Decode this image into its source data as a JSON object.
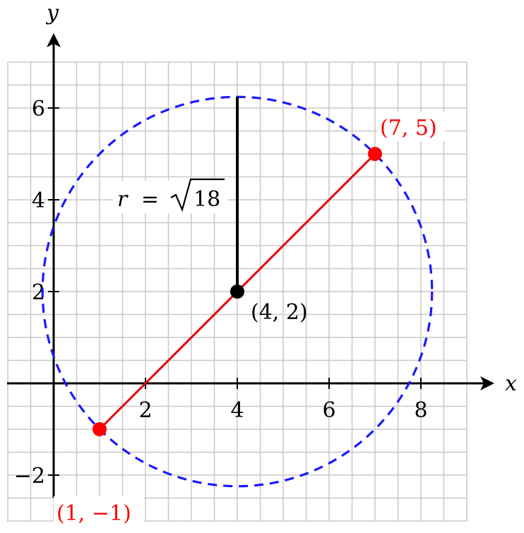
{
  "axes": {
    "x_label": "x",
    "y_label": "y",
    "x_ticks": [
      "2",
      "4",
      "6",
      "8"
    ],
    "y_ticks": [
      "6",
      "4",
      "2",
      "−2"
    ],
    "x_range": [
      -1,
      9
    ],
    "y_range": [
      -3,
      7
    ],
    "grid": true
  },
  "circle": {
    "center": [
      4,
      2
    ],
    "radius_value": 4.2426,
    "style": "dashed",
    "color": "#1a1aff"
  },
  "diameter": {
    "from": [
      1,
      -1
    ],
    "to": [
      7,
      5
    ],
    "color": "#e60000"
  },
  "radius_segment": {
    "from": [
      4,
      2
    ],
    "to": [
      4,
      6.2426
    ],
    "color": "#000000"
  },
  "points": [
    {
      "id": "p1",
      "x": 1,
      "y": -1,
      "label": "(1, −1)",
      "color": "#ff0000"
    },
    {
      "id": "p2",
      "x": 7,
      "y": 5,
      "label": "(7, 5)",
      "color": "#ff0000"
    },
    {
      "id": "center",
      "x": 4,
      "y": 2,
      "label": "(4, 2)",
      "color": "#000000"
    }
  ],
  "radius_label": {
    "lhs": "r",
    "eq": "=",
    "radicand": "18"
  }
}
